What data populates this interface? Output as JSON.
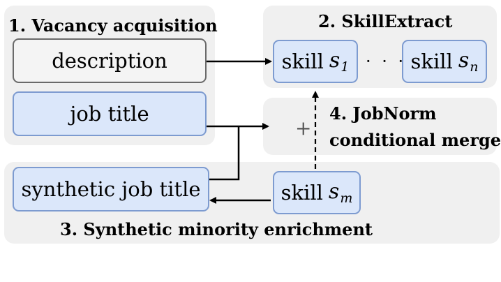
{
  "panels": {
    "vacancy": {
      "title": "1. Vacancy acquisition"
    },
    "skillextract": {
      "title": "2. SkillExtract"
    },
    "jobnorm": {
      "line1": "4. JobNorm",
      "line2": "conditional merge"
    },
    "synthetic": {
      "title": "3. Synthetic minority enrichment"
    }
  },
  "boxes": {
    "description": "description",
    "job_title": "job title",
    "synthetic_job_title": "synthetic job title",
    "skill_1": {
      "word": "skill",
      "var": "s",
      "sub": "1"
    },
    "skill_n": {
      "word": "skill",
      "var": "s",
      "sub": "n"
    },
    "skill_m": {
      "word": "skill",
      "var": "s",
      "sub": "m"
    }
  },
  "symbols": {
    "ellipsis": "· · ·",
    "plus": "+"
  }
}
